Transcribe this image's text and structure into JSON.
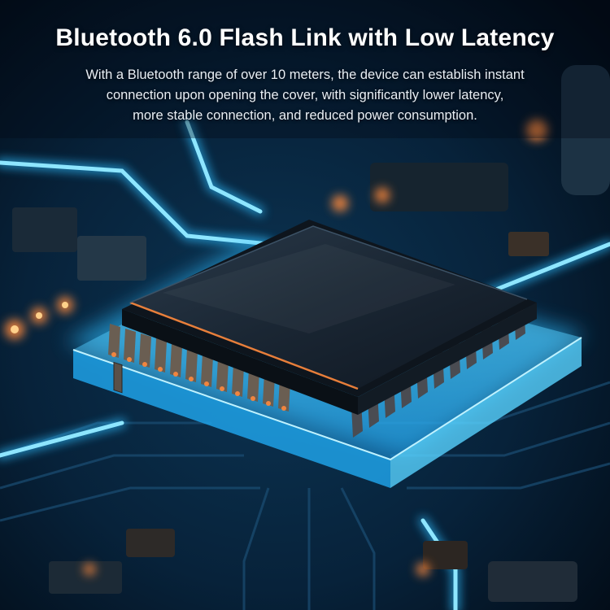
{
  "headline": "Bluetooth 6.0 Flash Link with Low Latency",
  "description_lines": [
    "With a Bluetooth range of over 10 meters, the device can establish instant",
    "connection upon opening the cover, with significantly lower latency,",
    "more stable connection, and reduced power consumption."
  ],
  "colors": {
    "background": "#04121f",
    "glow_cyan": "#29b6f6",
    "glow_orange": "#ff8a3d",
    "chip_top": "#1f2c3a",
    "text": "#ffffff"
  }
}
